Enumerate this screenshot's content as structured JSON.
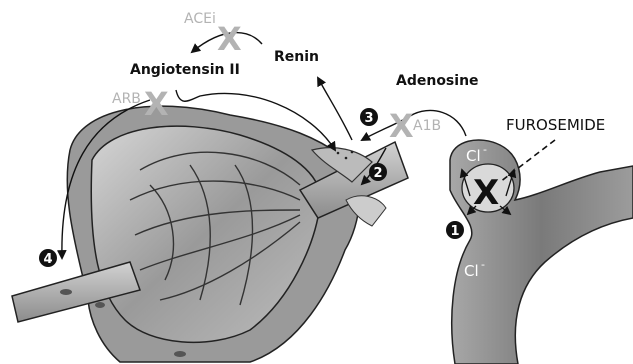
{
  "labels": {
    "acei": "ACEi",
    "angiotensin": "Angiotensin II",
    "renin": "Renin",
    "adenosine": "Adenosine",
    "arb": "ARB",
    "a1b": "A1B",
    "furosemide": "FUROSEMIDE",
    "cl_top": "Cl",
    "cl_top_sup": "-",
    "cl_bottom": "Cl",
    "cl_bottom_sup": "-"
  },
  "markers": {
    "block": "X",
    "step1": "1",
    "step2": "2",
    "step3": "3",
    "step4": "4"
  },
  "colors": {
    "inhibitor_text": "#b3b3b3",
    "inhibitor_x": "#b3b3b3",
    "label_text": "#111111",
    "tissue_dark": "#8a8a8a",
    "tissue_light": "#c8c8c8"
  }
}
